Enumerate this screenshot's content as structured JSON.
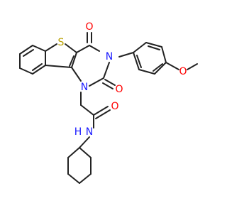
{
  "diagram": {
    "type": "chemical-structure",
    "atoms": {
      "S": "S",
      "O_ring_top": "O",
      "N_ring": "N",
      "O_ring_right": "O",
      "N_ring_bottom": "N",
      "O_methoxy": "O",
      "O_amide": "O",
      "N_amide": "N",
      "H_amide": "H"
    },
    "colors": {
      "bond": "#222222",
      "sulfur": "#b8a000",
      "oxygen": "#ff0000",
      "nitrogen": "#1a1aff",
      "background": "#ffffff"
    }
  }
}
